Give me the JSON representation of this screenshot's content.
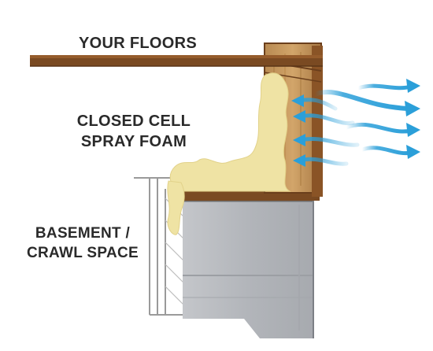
{
  "labels": {
    "floors": "YOUR FLOORS",
    "foam_line1": "CLOSED CELL",
    "foam_line2": "SPRAY FOAM",
    "basement_line1": "BASEMENT /",
    "basement_line2": "CRAWL SPACE"
  },
  "colors": {
    "joist": "#7a4a22",
    "rim_wood": "#c79a5e",
    "foam": "#efe3a4",
    "foundation": "#b3b6bb",
    "arrow": "#2b9fd9",
    "text": "#2a2a2a"
  },
  "icons": [
    "air-flow-arrow-icon"
  ]
}
